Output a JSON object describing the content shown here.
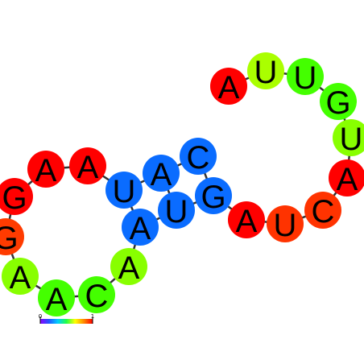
{
  "colors": {
    "red": "#ff0000",
    "orange_red": "#ff3300",
    "orange": "#ff3b00",
    "yellow_green": "#aaff00",
    "lime": "#88ff00",
    "green": "#44ff00",
    "green2": "#33ff00",
    "blue": "#0a6cff",
    "backbone": "#333333"
  },
  "nucleotides": [
    {
      "base": "A",
      "color": "red"
    },
    {
      "base": "U",
      "color": "yellow_green"
    },
    {
      "base": "U",
      "color": "green"
    },
    {
      "base": "G",
      "color": "green"
    },
    {
      "base": "U",
      "color": "lime"
    },
    {
      "base": "A",
      "color": "red"
    },
    {
      "base": "C",
      "color": "orange_red"
    },
    {
      "base": "U",
      "color": "orange_red"
    },
    {
      "base": "A",
      "color": "red"
    },
    {
      "base": "G",
      "color": "blue"
    },
    {
      "base": "U",
      "color": "blue"
    },
    {
      "base": "A",
      "color": "blue"
    },
    {
      "base": "A",
      "color": "lime"
    },
    {
      "base": "C",
      "color": "green"
    },
    {
      "base": "A",
      "color": "green"
    },
    {
      "base": "A",
      "color": "lime"
    },
    {
      "base": "G",
      "color": "orange"
    },
    {
      "base": "G",
      "color": "red"
    },
    {
      "base": "A",
      "color": "red"
    },
    {
      "base": "A",
      "color": "red"
    },
    {
      "base": "U",
      "color": "blue"
    },
    {
      "base": "A",
      "color": "blue"
    },
    {
      "base": "C",
      "color": "blue"
    }
  ],
  "scale": {
    "min_label": "0",
    "max_label": "1",
    "gradient": [
      "#8a00ff",
      "#2255ff",
      "#00ccff",
      "#22ff44",
      "#ffff00",
      "#ff8800",
      "#ff0000"
    ]
  }
}
